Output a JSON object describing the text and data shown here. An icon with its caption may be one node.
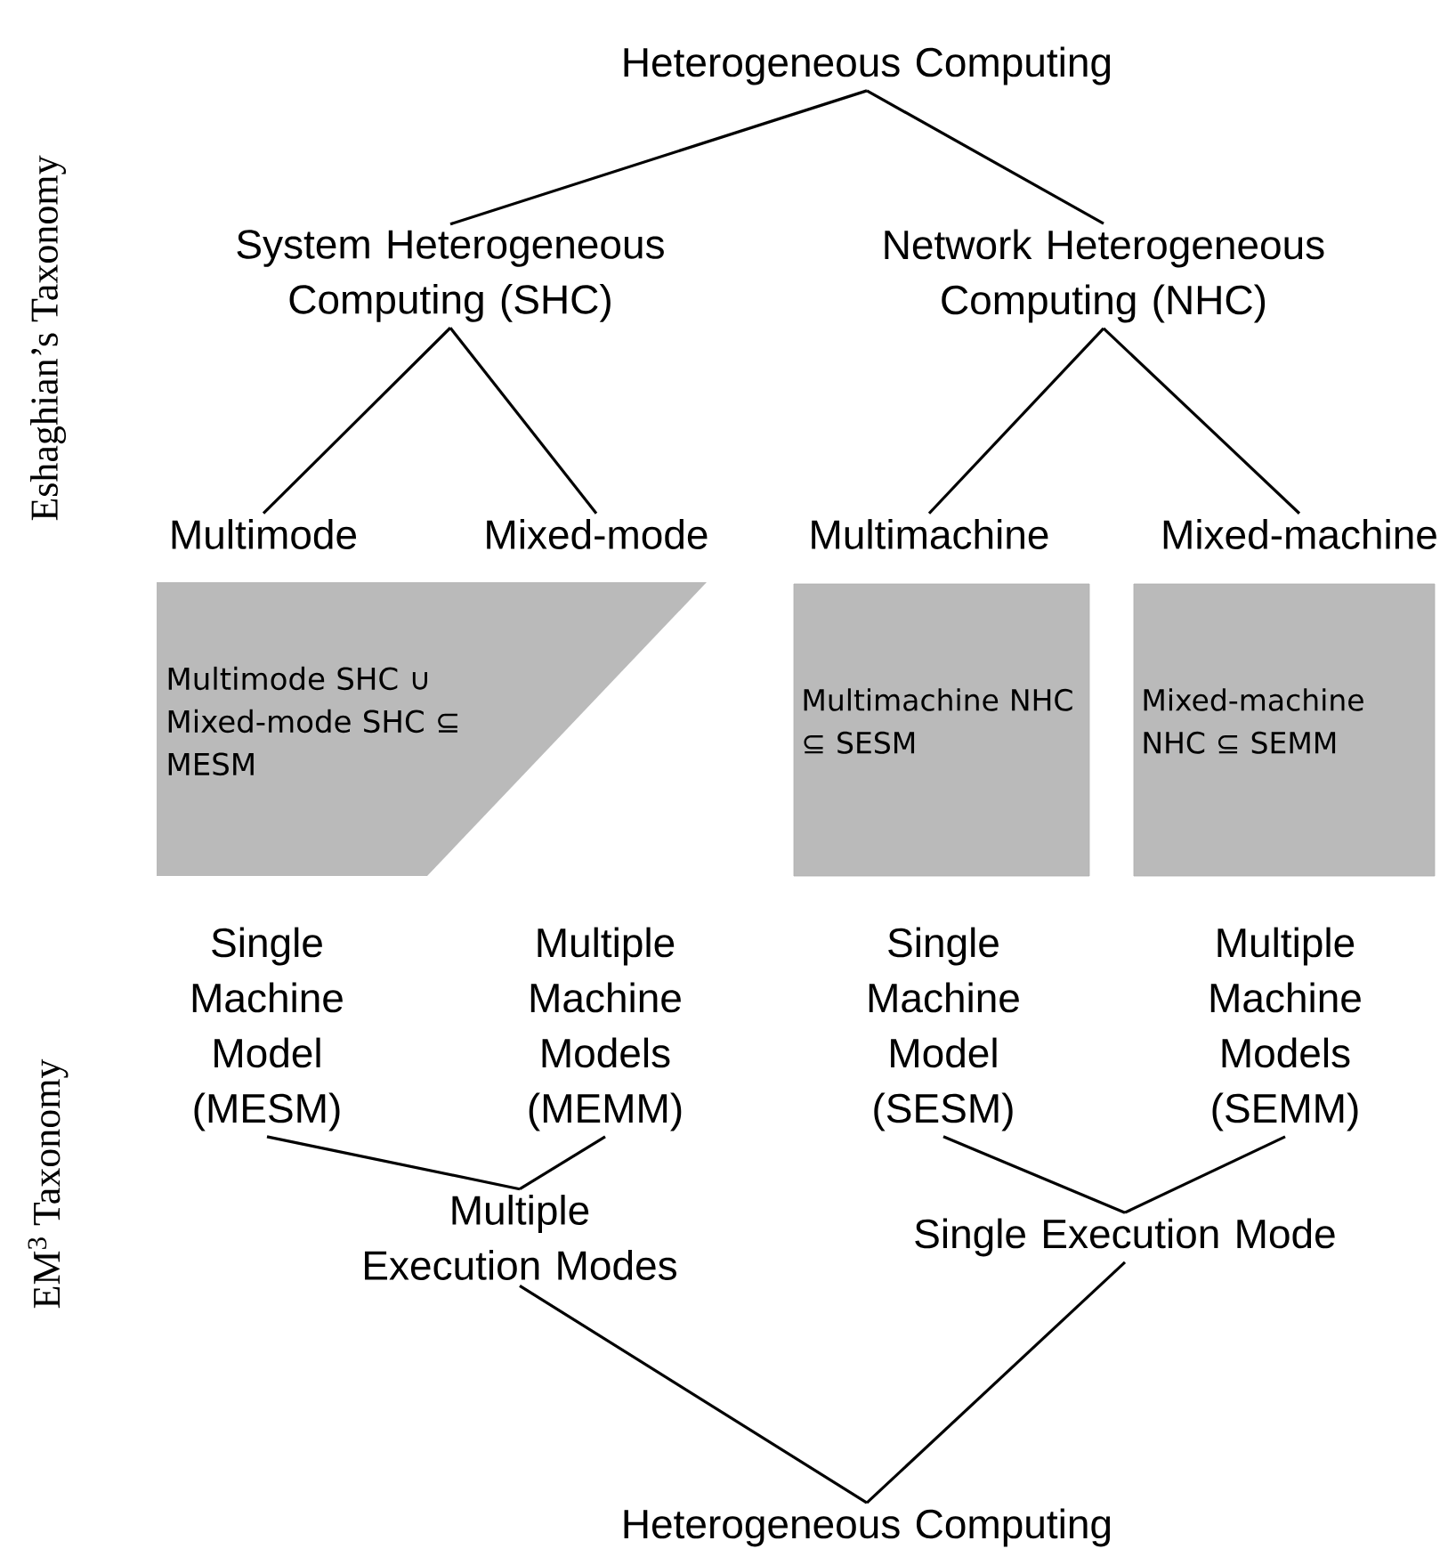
{
  "diagram": {
    "nodes": [
      {
        "text": [
          "Heterogeneous Computing"
        ]
      },
      {
        "text": [
          "System Heterogeneous Computing (SHC)"
        ]
      },
      {
        "text": [
          "Network Heterogeneous Computing (NHC)"
        ]
      },
      {
        "text": [
          "Multimode"
        ]
      },
      {
        "text": [
          "Mixed-mode"
        ]
      },
      {
        "text": [
          "Multimachine"
        ]
      },
      {
        "text": [
          "Mixed-machine"
        ]
      },
      {
        "text": [
          "Multimode SHC ∪ Mixed-mode SHC ⊆ MESM"
        ]
      },
      {
        "text": [
          "Multimachine NHC ⊆ SESM"
        ]
      },
      {
        "text": [
          "Mixed-machine NHC ⊆ SEMM"
        ]
      },
      {
        "text": [
          "Single Machine Model (MESM)"
        ]
      },
      {
        "text": [
          "Multiple Machine Models (MEMM)"
        ]
      },
      {
        "text": [
          "Single Machine Model (SESM)"
        ]
      },
      {
        "text": [
          "Multiple Machine Models (SEMM)"
        ]
      },
      {
        "text": [
          "Multiple Execution Modes"
        ]
      },
      {
        "text": [
          "Single Execution Mode"
        ]
      },
      {
        "text": [
          "Heterogeneous Computing"
        ]
      }
    ],
    "edges": [
      {
        "from": 0,
        "to": 1,
        "arrow": "none"
      },
      {
        "from": 0,
        "to": 2,
        "arrow": "none"
      },
      {
        "from": 1,
        "to": 3,
        "arrow": "none"
      },
      {
        "from": 1,
        "to": 4,
        "arrow": "none"
      },
      {
        "from": 2,
        "to": 5,
        "arrow": "none"
      },
      {
        "from": 2,
        "to": 6,
        "arrow": "none"
      },
      {
        "from": 10,
        "to": 14,
        "arrow": "none"
      },
      {
        "from": 11,
        "to": 14,
        "arrow": "none"
      },
      {
        "from": 12,
        "to": 15,
        "arrow": "none"
      },
      {
        "from": 13,
        "to": 15,
        "arrow": "none"
      },
      {
        "from": 14,
        "to": 16,
        "arrow": "none"
      },
      {
        "from": 15,
        "to": 16,
        "arrow": "none"
      }
    ],
    "labels": [
      "Eshaghian’s Taxonomy",
      "EM$^{3}$ Taxonomy"
    ]
  }
}
